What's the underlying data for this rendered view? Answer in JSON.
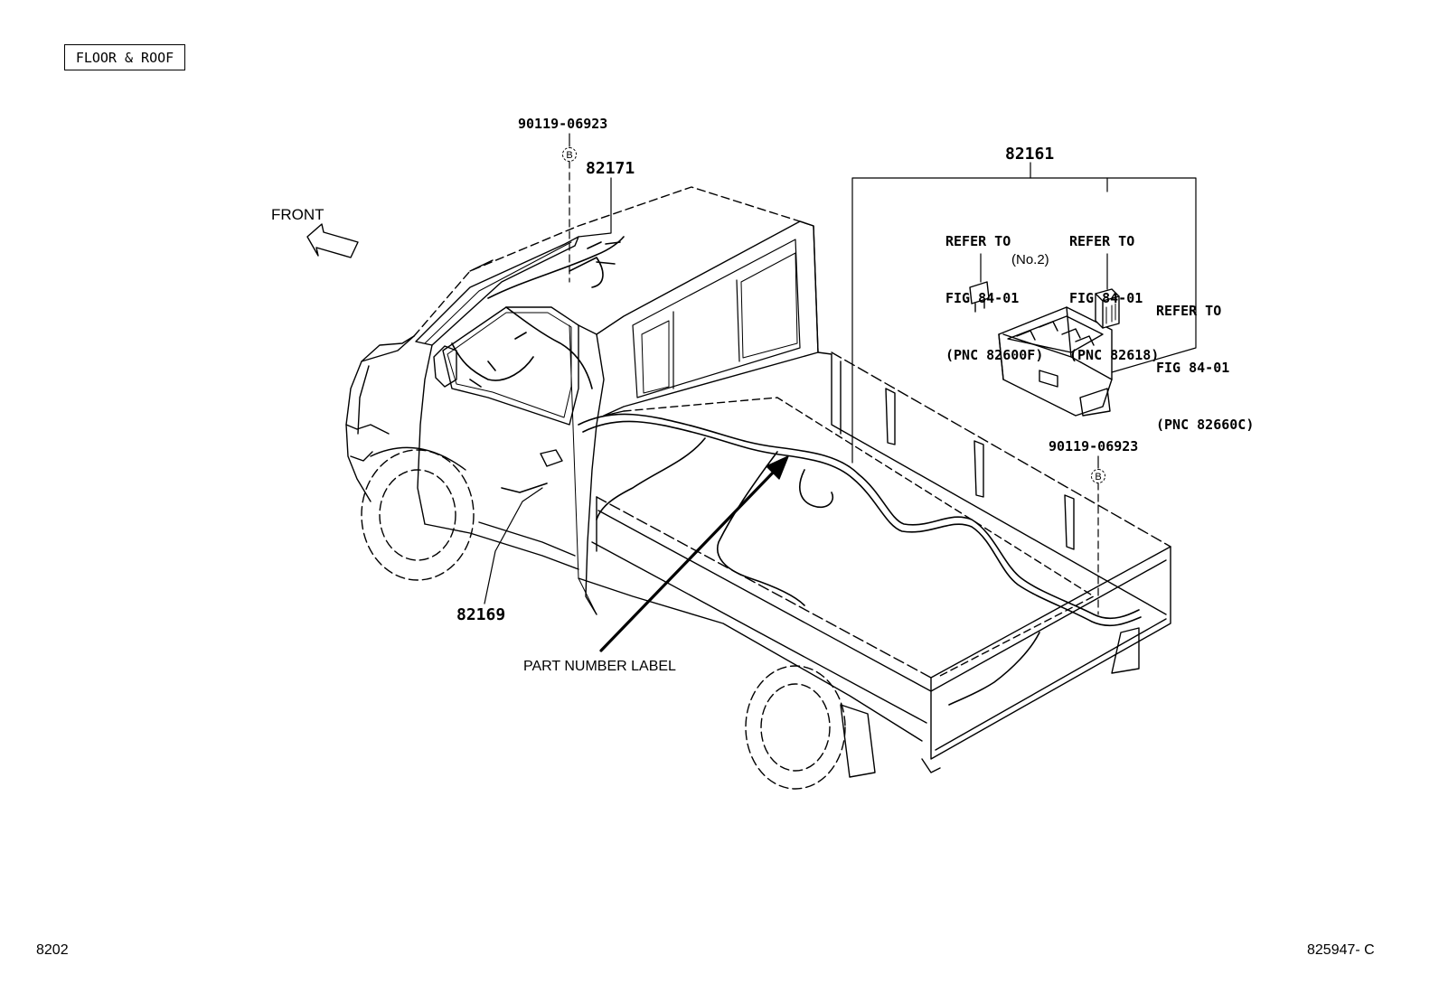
{
  "title": "FLOOR & ROOF",
  "direction_label": "FRONT",
  "part_numbers": {
    "clip_top": "90119-06923",
    "clip_rear": "90119-06923",
    "roof_wire": "82171",
    "door_wire": "82169",
    "floor_wire": "82161"
  },
  "clip_marker": "B",
  "references": [
    {
      "line1": "REFER TO",
      "line2": "FIG 84-01",
      "line3": "(PNC 82600F)",
      "note": "(No.2)"
    },
    {
      "line1": "REFER TO",
      "line2": "FIG 84-01",
      "line3": "(PNC 82618)"
    },
    {
      "line1": "REFER TO",
      "line2": "FIG 84-01",
      "line3": "(PNC 82660C)"
    }
  ],
  "callout": "PART NUMBER LABEL",
  "footer": {
    "left": "8202",
    "right": "825947- C"
  }
}
